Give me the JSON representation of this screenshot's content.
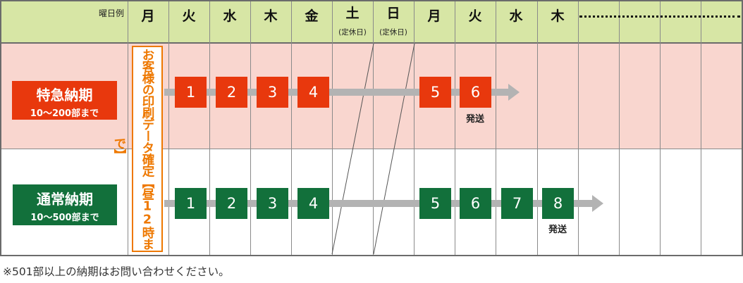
{
  "header": {
    "example_label": "曜日例",
    "days": [
      "月",
      "火",
      "水",
      "木",
      "金",
      "土",
      "日",
      "月",
      "火",
      "水",
      "木"
    ],
    "closed_label": "(定休日)"
  },
  "data_cutoff": "お客様の印刷データ確定【昼12時まで】",
  "express": {
    "title": "特急納期",
    "subtitle": "10〜200部まで",
    "steps": [
      "1",
      "2",
      "3",
      "4",
      "5",
      "6"
    ],
    "ship_label": "発送",
    "color": "#e8380d"
  },
  "standard": {
    "title": "通常納期",
    "subtitle": "10〜500部まで",
    "steps": [
      "1",
      "2",
      "3",
      "4",
      "5",
      "6",
      "7",
      "8"
    ],
    "ship_label": "発送",
    "color": "#12703b"
  },
  "footnote": "※501部以上の納期はお問い合わせください。"
}
